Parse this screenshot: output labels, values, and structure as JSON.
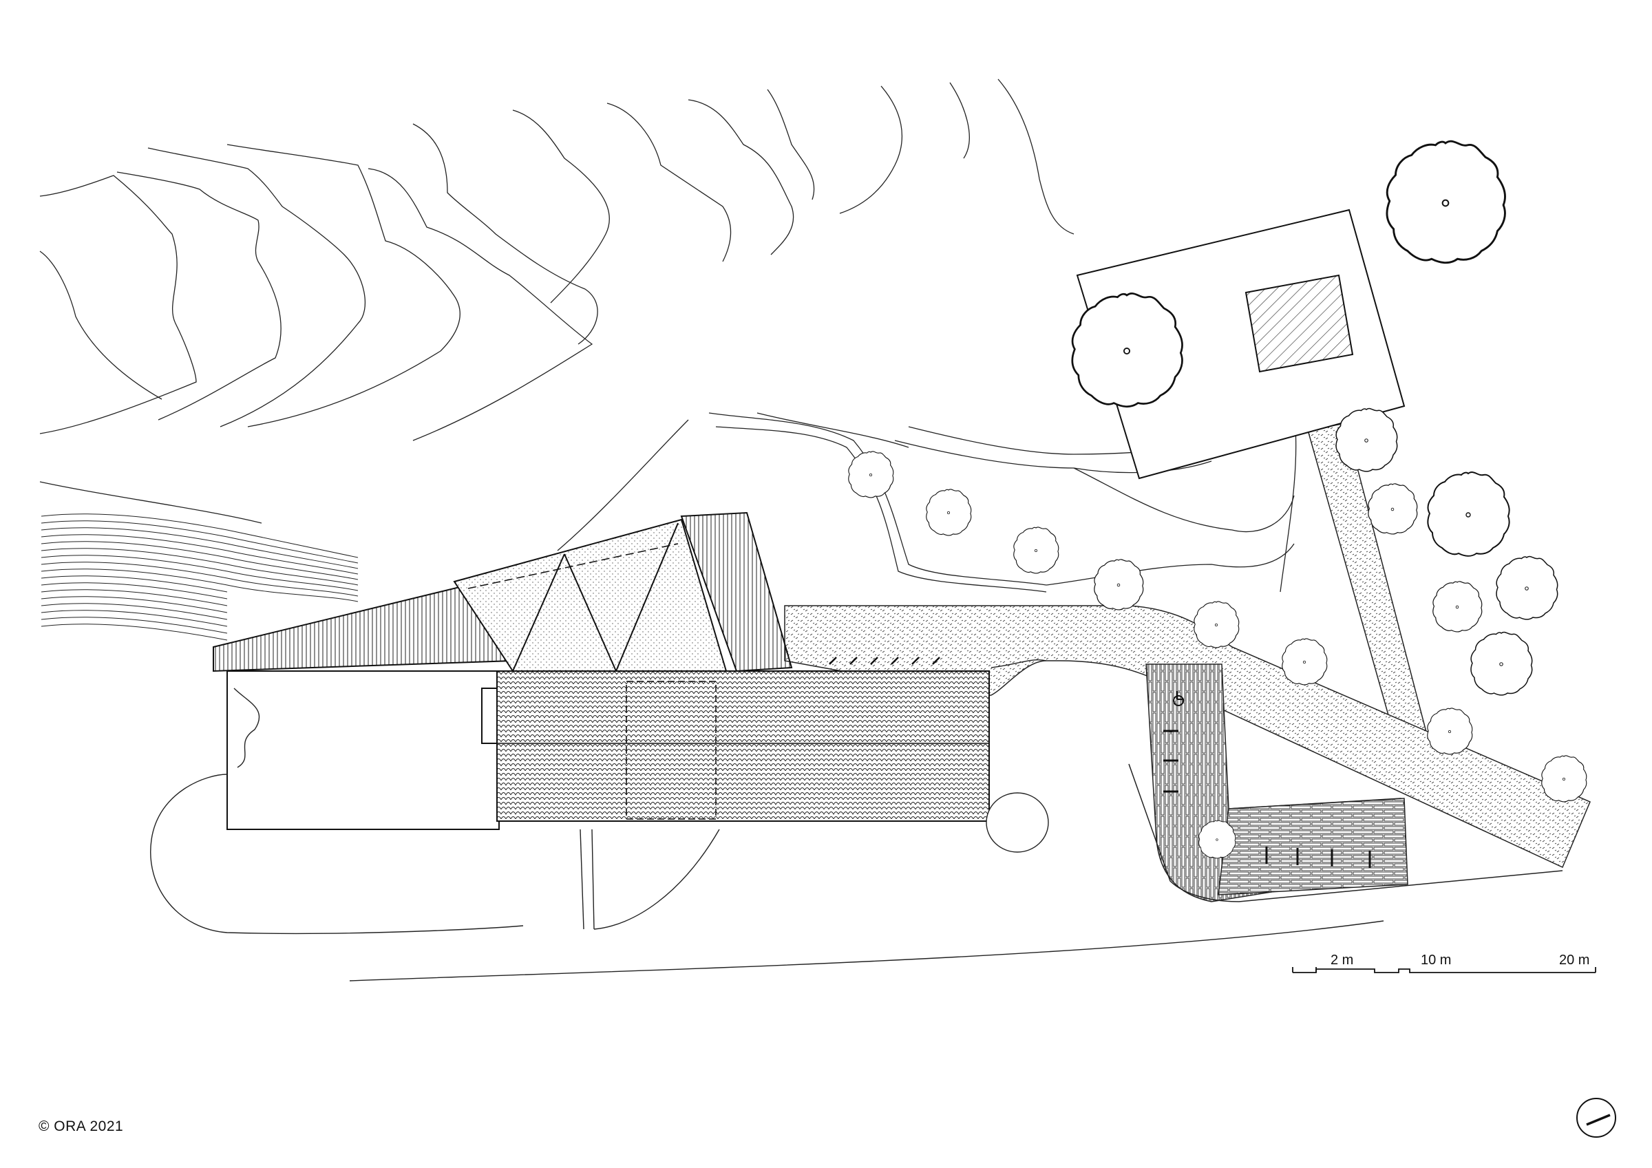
{
  "scale_bar": {
    "labels": [
      "2 m",
      "10 m",
      "20 m"
    ]
  },
  "copyright": "© ORA 2021",
  "north_arrow": {
    "icon": "north-arrow-icon"
  },
  "accessibility_icon": "wheelchair-icon"
}
